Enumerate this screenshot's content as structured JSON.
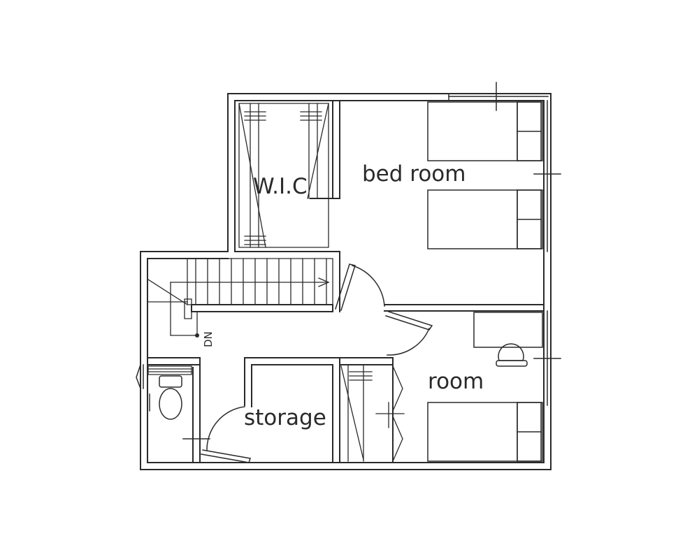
{
  "labels": {
    "wic": "W.I.C",
    "bedroom": "bed room",
    "room": "room",
    "storage": "storage",
    "stair_down": "DN"
  },
  "colors": {
    "line": "#2a2a2a",
    "background": "#ffffff"
  }
}
